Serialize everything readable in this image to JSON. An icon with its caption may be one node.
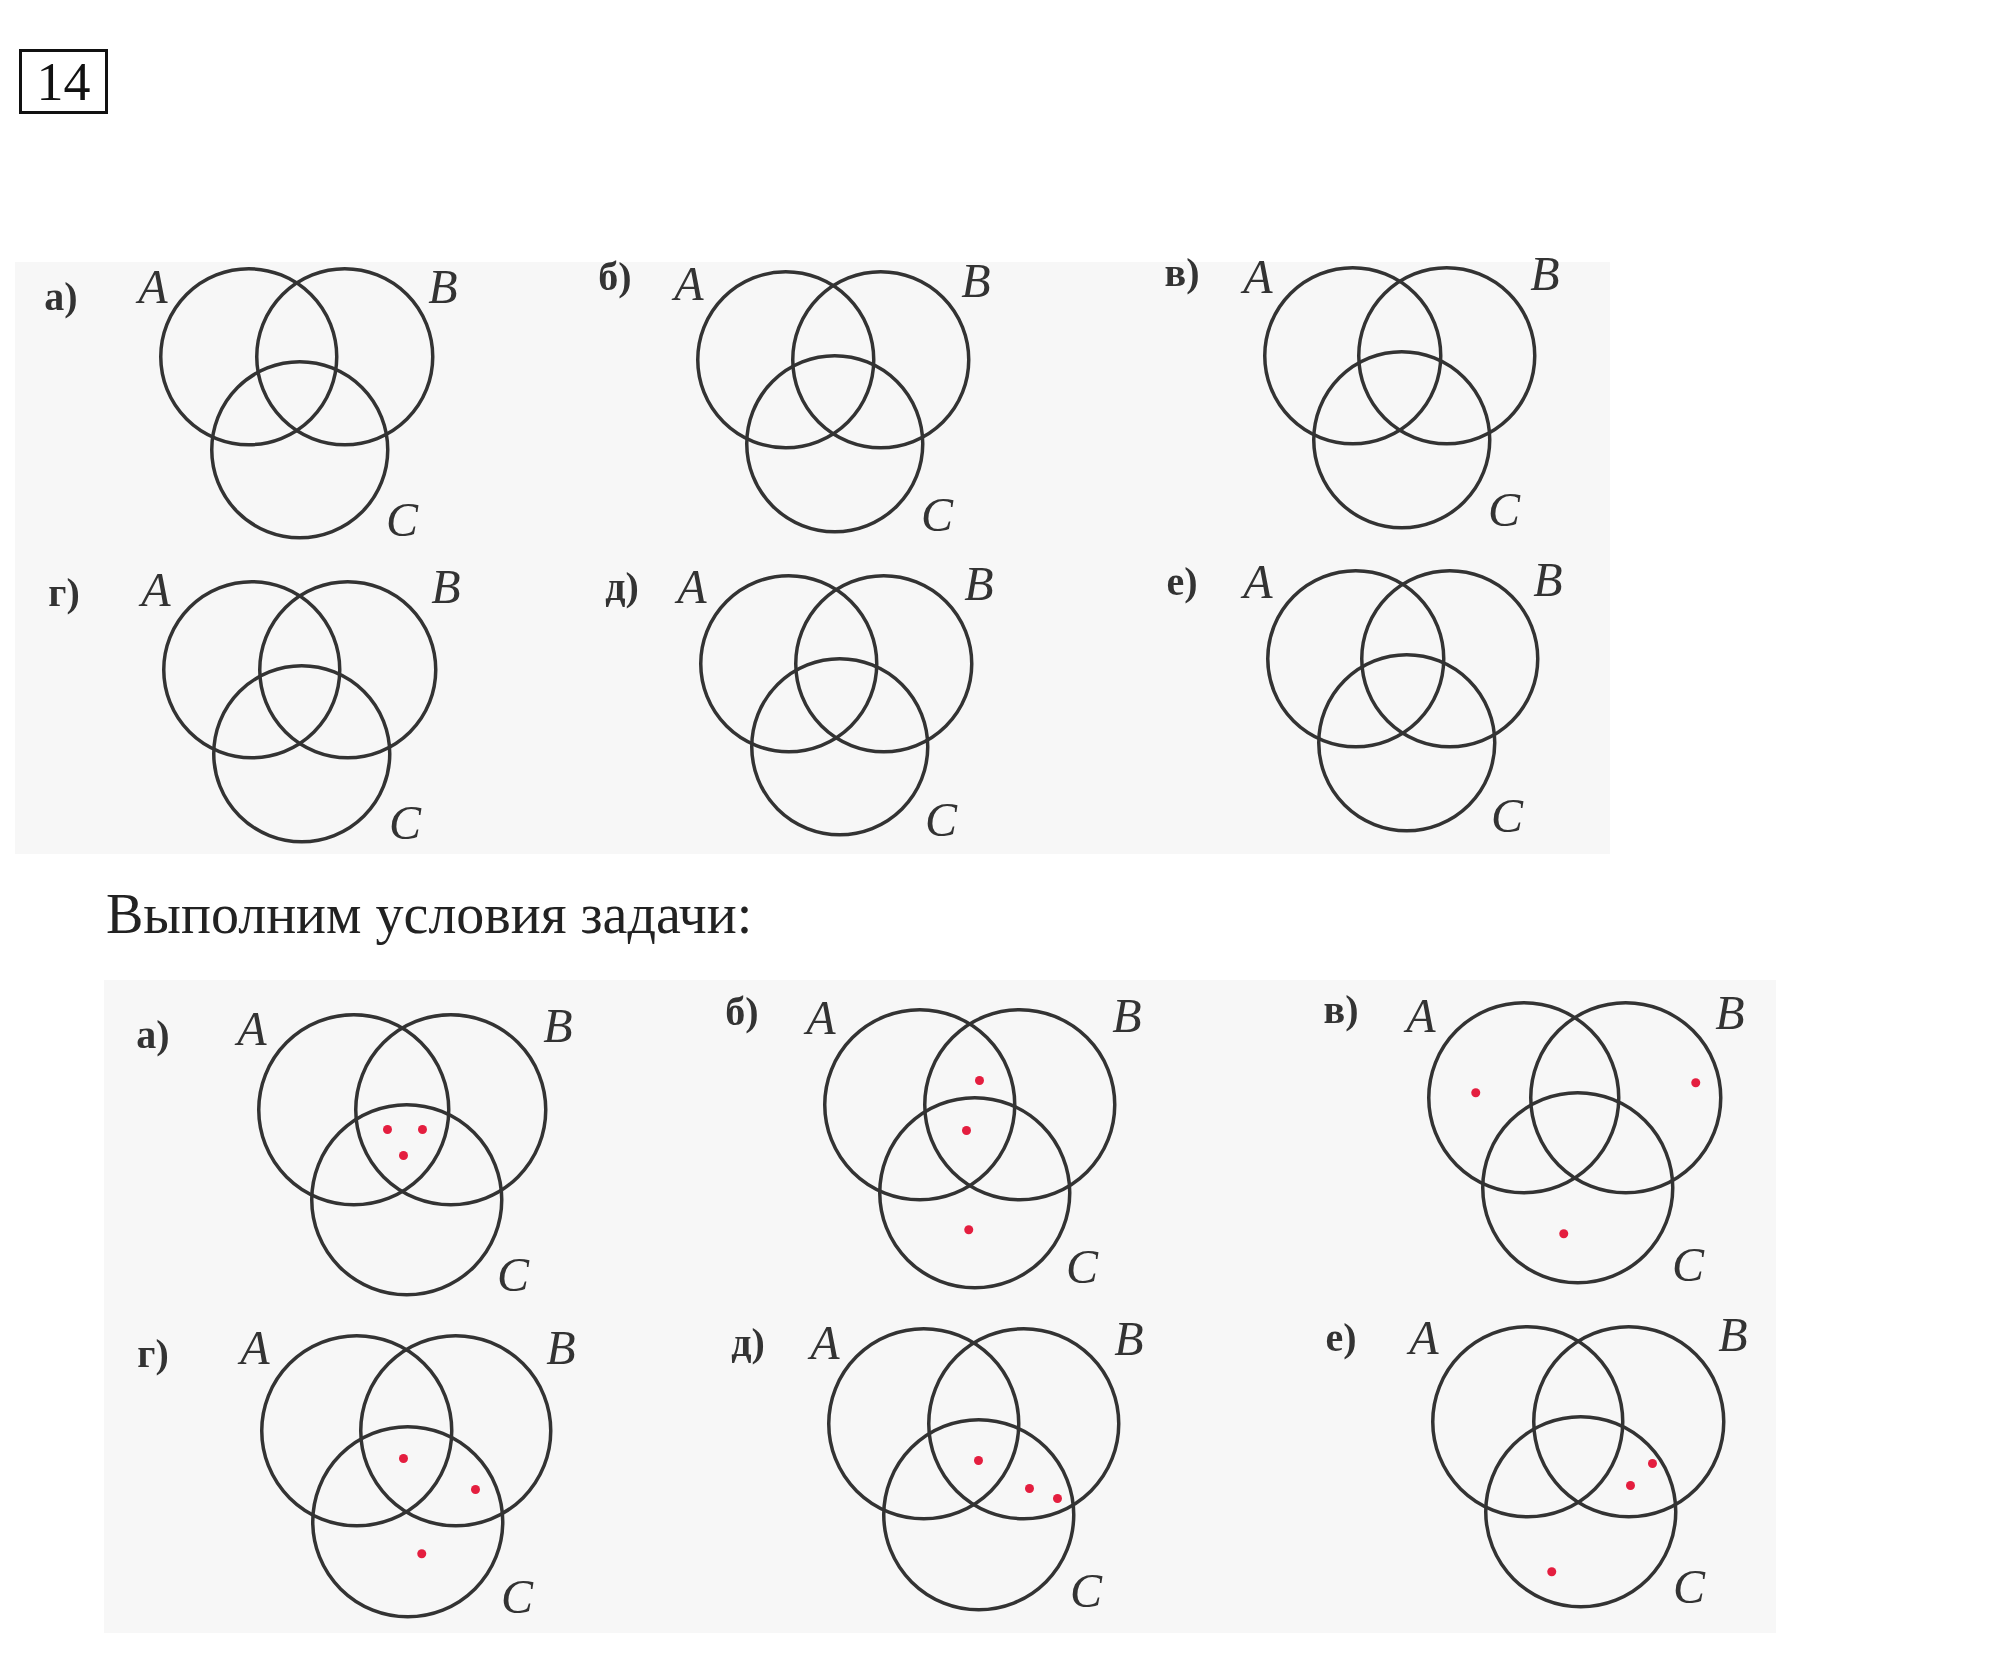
{
  "diagram": {
    "nodes": [
      {
        "text": [
          "14"
        ]
      },
      {
        "text": [],
        "shape": "circle",
        "beside": [
          "A"
        ]
      },
      {
        "text": [],
        "shape": "circle",
        "beside": [
          "B"
        ]
      },
      {
        "text": [],
        "shape": "circle",
        "beside": [
          "C"
        ]
      },
      {
        "text": [],
        "shape": "circle",
        "beside": [
          "A"
        ]
      },
      {
        "text": [],
        "shape": "circle",
        "beside": [
          "B"
        ]
      },
      {
        "text": [],
        "shape": "circle",
        "beside": [
          "C"
        ]
      },
      {
        "text": [],
        "shape": "circle",
        "beside": [
          "A"
        ]
      },
      {
        "text": [],
        "shape": "circle",
        "beside": [
          "B"
        ]
      },
      {
        "text": [],
        "shape": "circle",
        "beside": [
          "C"
        ]
      },
      {
        "text": [],
        "shape": "circle",
        "beside": [
          "A"
        ]
      },
      {
        "text": [],
        "shape": "circle",
        "beside": [
          "B"
        ]
      },
      {
        "text": [],
        "shape": "circle",
        "beside": [
          "C"
        ]
      },
      {
        "text": [],
        "shape": "circle",
        "beside": [
          "A"
        ]
      },
      {
        "text": [],
        "shape": "circle",
        "beside": [
          "B"
        ]
      },
      {
        "text": [],
        "shape": "circle",
        "beside": [
          "C"
        ]
      },
      {
        "text": [],
        "shape": "circle",
        "beside": [
          "A"
        ]
      },
      {
        "text": [],
        "shape": "circle",
        "beside": [
          "B"
        ]
      },
      {
        "text": [],
        "shape": "circle",
        "beside": [
          "C"
        ]
      },
      {
        "text": [],
        "shape": "circle",
        "beside": [
          "A"
        ]
      },
      {
        "text": [],
        "shape": "circle",
        "beside": [
          "B"
        ]
      },
      {
        "text": [],
        "shape": "circle",
        "beside": [
          "C"
        ]
      },
      {
        "text": [],
        "shape": "dot"
      },
      {
        "text": [],
        "shape": "dot"
      },
      {
        "text": [],
        "shape": "dot"
      },
      {
        "text": [],
        "shape": "circle",
        "beside": [
          "A"
        ]
      },
      {
        "text": [],
        "shape": "circle",
        "beside": [
          "B"
        ]
      },
      {
        "text": [],
        "shape": "circle",
        "beside": [
          "C"
        ]
      },
      {
        "text": [],
        "shape": "dot"
      },
      {
        "text": [],
        "shape": "dot"
      },
      {
        "text": [],
        "shape": "dot",
        "in": 27
      },
      {
        "text": [],
        "shape": "circle",
        "beside": [
          "A"
        ]
      },
      {
        "text": [],
        "shape": "circle",
        "beside": [
          "B"
        ]
      },
      {
        "text": [],
        "shape": "circle",
        "beside": [
          "C"
        ]
      },
      {
        "text": [],
        "shape": "dot",
        "in": 31
      },
      {
        "text": [],
        "shape": "dot",
        "in": 32
      },
      {
        "text": [],
        "shape": "dot",
        "in": 33
      },
      {
        "text": [],
        "shape": "circle",
        "beside": [
          "A"
        ]
      },
      {
        "text": [],
        "shape": "circle",
        "beside": [
          "B"
        ]
      },
      {
        "text": [],
        "shape": "circle",
        "beside": [
          "C"
        ]
      },
      {
        "text": [],
        "shape": "dot"
      },
      {
        "text": [],
        "shape": "dot"
      },
      {
        "text": [],
        "shape": "dot",
        "in": 39
      },
      {
        "text": [],
        "shape": "circle",
        "beside": [
          "A"
        ]
      },
      {
        "text": [],
        "shape": "circle",
        "beside": [
          "B"
        ]
      },
      {
        "text": [],
        "shape": "circle",
        "beside": [
          "C"
        ]
      },
      {
        "text": [],
        "shape": "dot"
      },
      {
        "text": [],
        "shape": "dot"
      },
      {
        "text": [],
        "shape": "dot"
      },
      {
        "text": [],
        "shape": "circle",
        "beside": [
          "A"
        ]
      },
      {
        "text": [],
        "shape": "circle",
        "beside": [
          "B"
        ]
      },
      {
        "text": [],
        "shape": "circle",
        "beside": [
          "C"
        ]
      },
      {
        "text": [],
        "shape": "dot"
      },
      {
        "text": [],
        "shape": "dot"
      },
      {
        "text": [],
        "shape": "dot",
        "in": 51
      }
    ],
    "labels": [
      "а)",
      "б)",
      "в)",
      "г)",
      "д)",
      "е)",
      "Выполним условия задачи:",
      "а)",
      "б)",
      "в)",
      "г)",
      "д)",
      "е)"
    ]
  }
}
